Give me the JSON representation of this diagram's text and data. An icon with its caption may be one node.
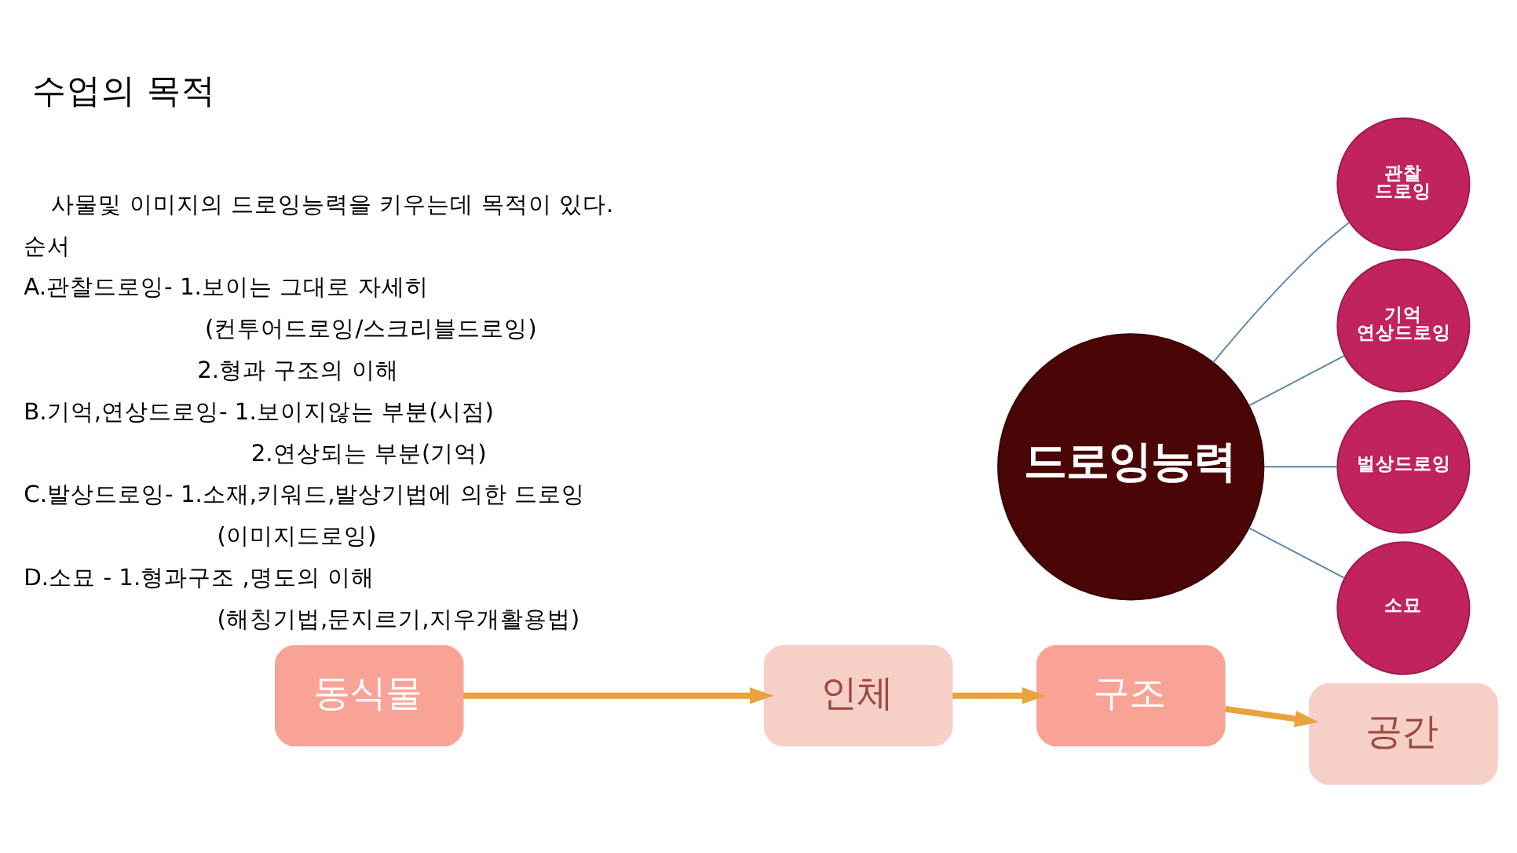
{
  "diagram": {
    "title": "수업의 목적",
    "nodes": [
      {
        "text": [
          "드로잉능력"
        ]
      },
      {
        "text": [
          "관찰 드로잉"
        ]
      },
      {
        "text": [
          "기억 연상드로잉"
        ]
      },
      {
        "text": [
          "벌상드로잉"
        ]
      },
      {
        "text": [
          "소묘"
        ]
      },
      {
        "text": [
          "동식물"
        ]
      },
      {
        "text": [
          "인체"
        ]
      },
      {
        "text": [
          "구조"
        ]
      },
      {
        "text": [
          "공간"
        ]
      }
    ],
    "edges": [
      {
        "from": 0,
        "to": 1,
        "arrow": "none"
      },
      {
        "from": 0,
        "to": 2,
        "arrow": "none"
      },
      {
        "from": 0,
        "to": 3,
        "arrow": "none"
      },
      {
        "from": 0,
        "to": 4,
        "arrow": "none"
      },
      {
        "from": 5,
        "to": 6,
        "arrow": "to",
        "style": "thick",
        "color": "#e8a33d"
      },
      {
        "from": 6,
        "to": 7,
        "arrow": "to",
        "style": "thick",
        "color": "#e8a33d"
      },
      {
        "from": 7,
        "to": 8,
        "arrow": "to",
        "style": "thick",
        "color": "#e8a33d"
      }
    ],
    "labels": [
      "사물및 이미지의 드로잉능력을 키우는데 목적이 있다.",
      "순서",
      "A.관찰드로잉- 1.보이는 그대로 자세히",
      "(컨투어드로잉/스크리블드로잉)",
      "2.형과 구조의 이해",
      "B.기억,연상드로잉- 1.보이지않는 부분(시점)",
      "2.연상되는 부분(기억)",
      "C.발상드로잉- 1.소재,키워드,발상기법에 의한 드로잉",
      "(이미지드로잉)",
      "D.소묘 - 1.형과구조 ,명도의 이해",
      "(해칭기법,문지르기,지우개활용법)"
    ]
  }
}
